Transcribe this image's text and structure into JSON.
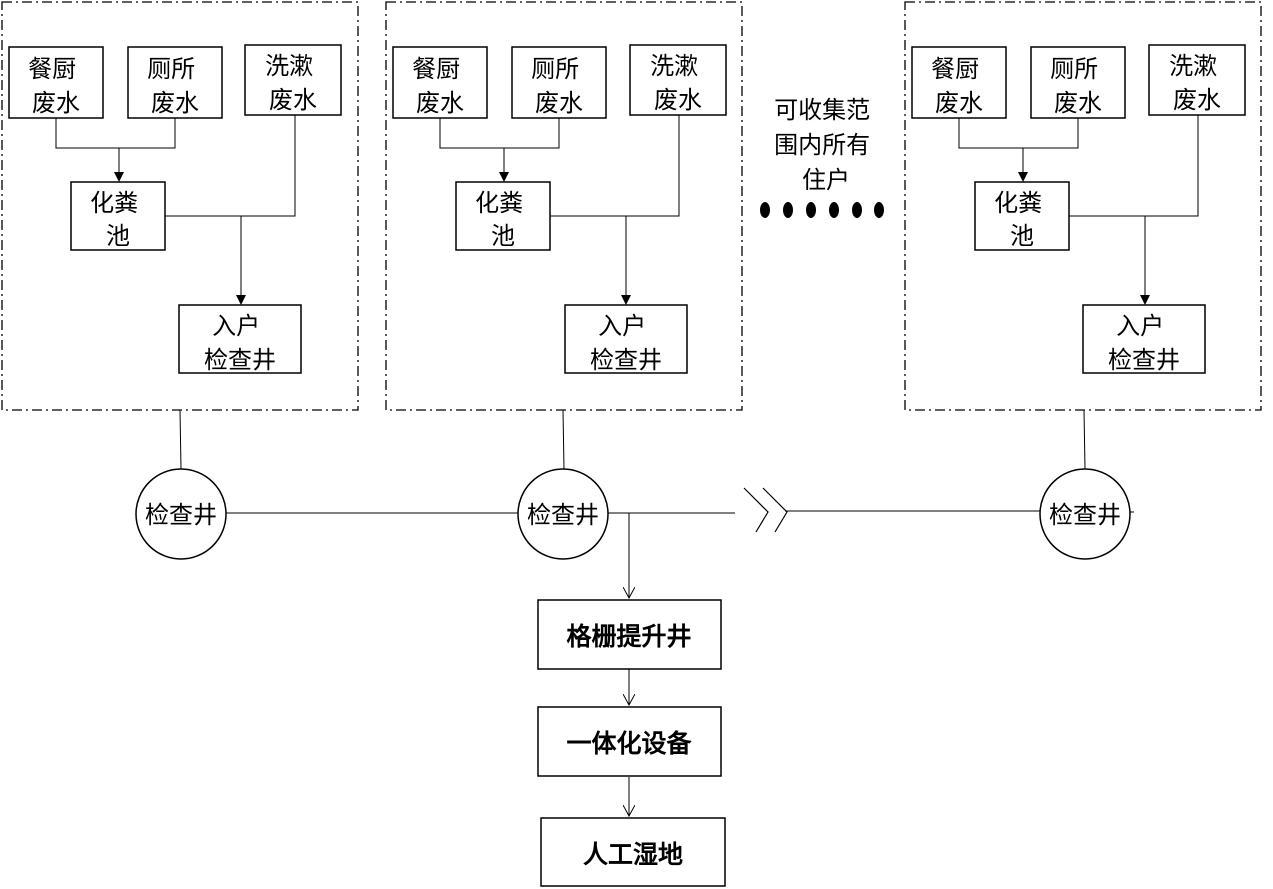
{
  "household_units": [
    {
      "kitchen_waste": [
        "餐厨",
        "废水"
      ],
      "toilet_waste": [
        "厕所",
        "废水"
      ],
      "wash_waste": [
        "洗漱",
        "废水"
      ],
      "septic_tank": [
        "化粪",
        "池"
      ],
      "household_well": [
        "入户",
        "检查井"
      ]
    },
    {
      "kitchen_waste": [
        "餐厨",
        "废水"
      ],
      "toilet_waste": [
        "厕所",
        "废水"
      ],
      "wash_waste": [
        "洗漱",
        "废水"
      ],
      "septic_tank": [
        "化粪",
        "池"
      ],
      "household_well": [
        "入户",
        "检查井"
      ]
    },
    {
      "kitchen_waste": [
        "餐厨",
        "废水"
      ],
      "toilet_waste": [
        "厕所",
        "废水"
      ],
      "wash_waste": [
        "洗漱",
        "废水"
      ],
      "septic_tank": [
        "化粪",
        "池"
      ],
      "household_well": [
        "入户",
        "检查井"
      ]
    }
  ],
  "collection_note": [
    "可收集范",
    "围内所有",
    "住户"
  ],
  "inspection_wells": [
    "检查井",
    "检查井",
    "检查井"
  ],
  "treatment_chain": [
    "格栅提升井",
    "一体化设备",
    "人工湿地"
  ]
}
